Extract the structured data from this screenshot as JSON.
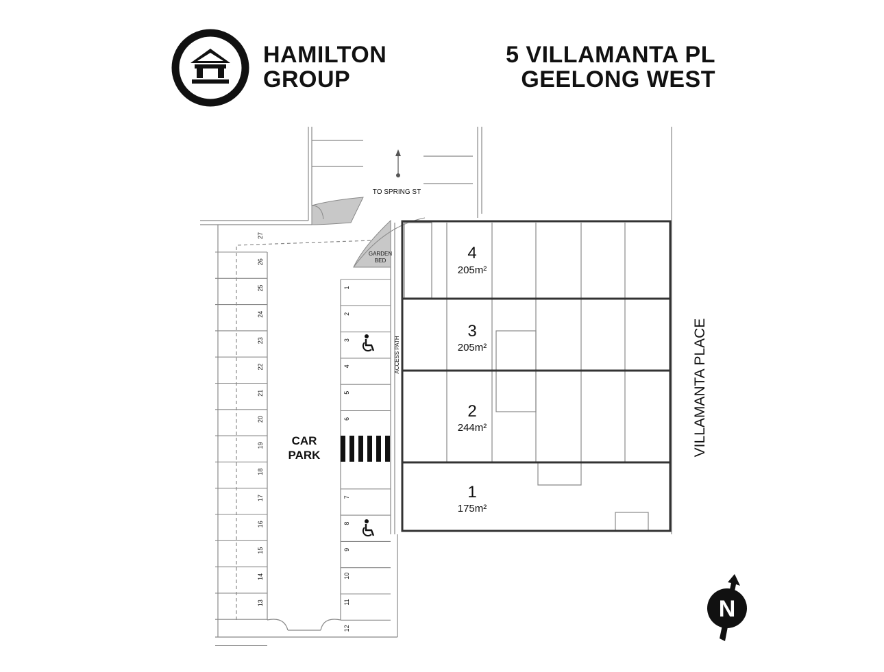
{
  "brand": {
    "line1": "HAMILTON",
    "line2": "GROUP"
  },
  "address": {
    "line1": "5 VILLAMANTA PL",
    "line2": "GEELONG WEST"
  },
  "labels": {
    "to_spring_st": "TO SPRING ST",
    "garden_bed_1": "GARDEN",
    "garden_bed_2": "BED",
    "access_path": "ACCESS PATH",
    "car_park_1": "CAR",
    "car_park_2": "PARK",
    "street": "VILLAMANTA PLACE",
    "north": "N"
  },
  "units": [
    {
      "number": "4",
      "area": "205m²"
    },
    {
      "number": "3",
      "area": "205m²"
    },
    {
      "number": "2",
      "area": "244m²"
    },
    {
      "number": "1",
      "area": "175m²"
    }
  ],
  "parking": {
    "left_bays": [
      "27",
      "26",
      "25",
      "24",
      "23",
      "22",
      "21",
      "20",
      "19",
      "18",
      "17",
      "16",
      "15",
      "14",
      "13"
    ],
    "right_bays": [
      "1",
      "2",
      "3",
      "4",
      "5",
      "6",
      "7",
      "8",
      "9",
      "10",
      "11",
      "12"
    ],
    "accessible_icon": "wheelchair-icon"
  },
  "icons": {
    "logo": "house-logo-icon",
    "compass": "north-arrow-icon"
  },
  "colors": {
    "ink": "#111111",
    "line": "#888888",
    "fill": "#c8c8c8"
  }
}
